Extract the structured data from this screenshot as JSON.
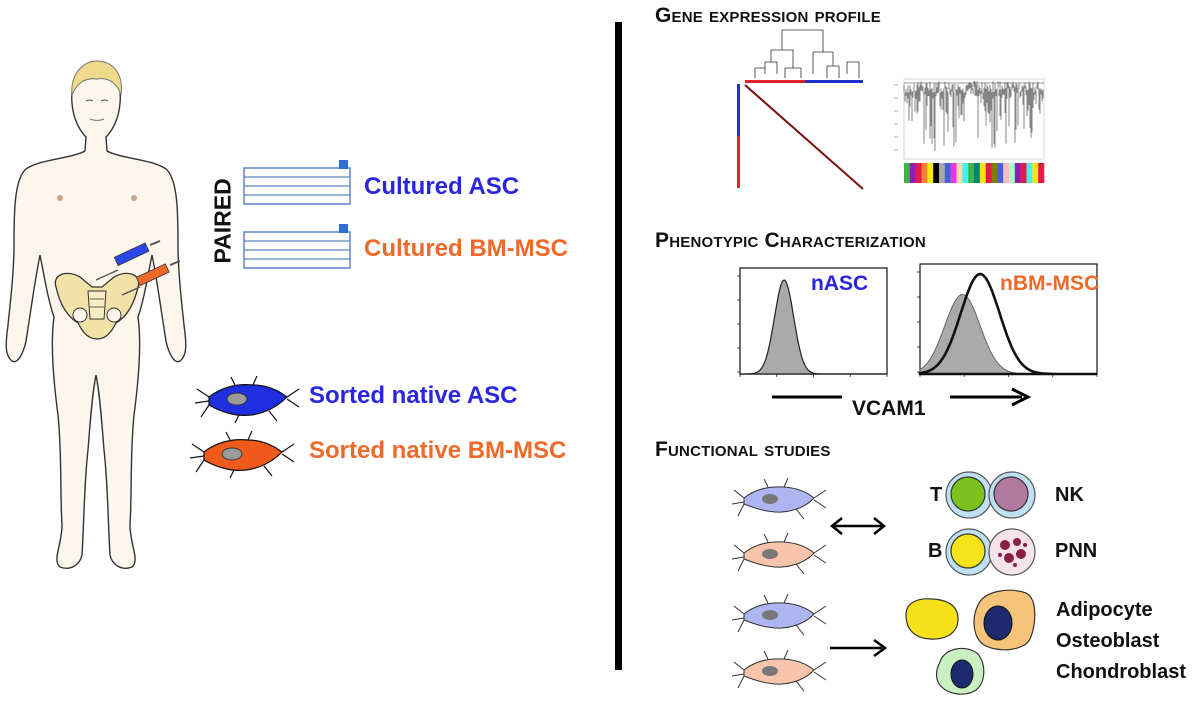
{
  "left_panel": {
    "paired_label": "PAIRED",
    "cultured": [
      {
        "label": "Cultured ASC",
        "color": "#2a26e0"
      },
      {
        "label": "Cultured BM-MSC",
        "color": "#ef6a2a"
      }
    ],
    "sorted": [
      {
        "label": "Sorted native ASC",
        "color": "#2a26e0"
      },
      {
        "label": "Sorted native BM-MSC",
        "color": "#ef6a2a"
      }
    ]
  },
  "right_panel": {
    "gene_expression": {
      "title": "Gene expression profile"
    },
    "phenotypic": {
      "title": "Phenotypic Characterization",
      "histograms": [
        {
          "label": "nASC",
          "color": "#2a26e0"
        },
        {
          "label": "nBM-MSC",
          "color": "#ef6a2a"
        }
      ],
      "axis_label": "VCAM1"
    },
    "functional": {
      "title": "Functional studies",
      "immune_cells": {
        "T": "T",
        "NK": "NK",
        "B": "B",
        "PNN": "PNN"
      },
      "differentiation": [
        "Adipocyte",
        "Osteoblast",
        "Chondroblast"
      ]
    }
  },
  "colors": {
    "asc_blue": "#2a26e0",
    "bmmsc_orange": "#ef6a2a",
    "skin": "#fcf6ec",
    "hair": "#efd98a",
    "pelvis": "#f3e2a8"
  }
}
